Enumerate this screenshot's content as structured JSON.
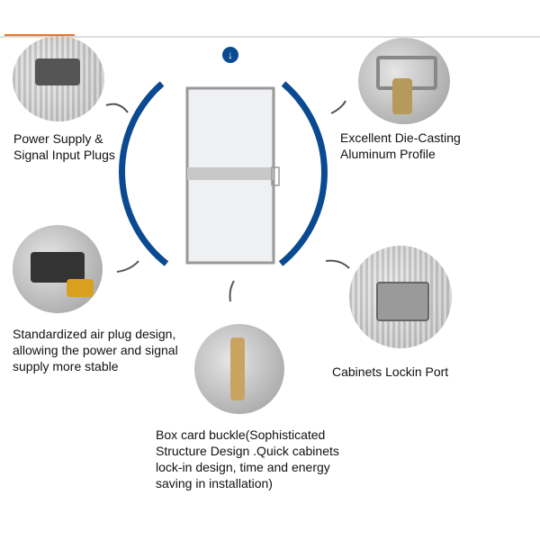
{
  "features": [
    {
      "label": "Power Supply &\nSignal Input Plugs"
    },
    {
      "label": "Excellent Die-Casting\nAluminum Profile"
    },
    {
      "label": "Standardized air plug design,\nallowing the power and signal\nsupply more stable"
    },
    {
      "label": "Cabinets Lockin Port"
    },
    {
      "label": "Box card buckle(Sophisticated\nStructure Design .Quick cabinets\nlock-in design, time and energy\nsaving in installation)"
    }
  ],
  "badge_icon": "arrow-down",
  "badge_glyph": "↓",
  "colors": {
    "arc": "#0a4a92",
    "accent": "#e8732a"
  }
}
